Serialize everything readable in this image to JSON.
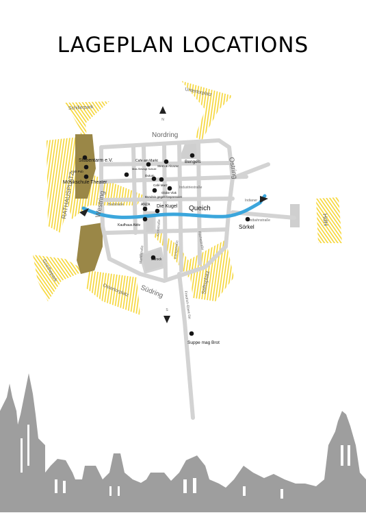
{
  "title": "LAGEPLAN LOCATIONS",
  "colors": {
    "streets": "#d3d3d3",
    "river": "#3ba6dc",
    "scribble": "#f5d42e",
    "park": "#9a8747",
    "skyline": "#9e9e9e"
  },
  "compass": {
    "north": "N",
    "south": "S"
  },
  "streets": {
    "nordring": "Nordring",
    "ostring": "Ostring",
    "suedring": "Südring",
    "westring": "Westring",
    "badstrasse": "Badstraße",
    "industriestrasse": "Industriestraße",
    "ostbahnstrasse": "Ostbahnstraße",
    "marktstrasse": "Marktstraße",
    "friedrich_ebert_str": "Friedrich-Ebert-Str.",
    "koenigstrasse": "Königstraße",
    "fuchsstrasse": "Fuchsstraße",
    "kronstrasse": "Kronstraße",
    "queich": "Queich",
    "indianer": "Indianer"
  },
  "districts": {
    "schillerpark": "Schillerpark",
    "untertorplatz": "Untertorplatz",
    "rathausplatz": "RATHAUSPLATZ",
    "goetheplatz": "Goethepark",
    "ostertorplatz": "Ostertorplatz",
    "stiftsplatz": "Stiftsplatz",
    "hdh": "HdH"
  },
  "locations": [
    {
      "name": "Stubentarm e.V."
    },
    {
      "name": "Irish Pub"
    },
    {
      "name": "Musikschule Theater"
    },
    {
      "name": "Cafe am Markt"
    },
    {
      "name": "Stern & Alcazar"
    },
    {
      "name": "Bengels"
    },
    {
      "name": "Max-Slevogt Schule"
    },
    {
      "name": "ibutum"
    },
    {
      "name": "Café Marz"
    },
    {
      "name": "Globe Vlak"
    },
    {
      "name": "Bündnis gegen Depression"
    },
    {
      "name": "ANZA"
    },
    {
      "name": "Die Kugel"
    },
    {
      "name": "Kaufhaus Aktiv"
    },
    {
      "name": "Sörkel"
    },
    {
      "name": "Barock"
    },
    {
      "name": "Suppe mag Brot"
    }
  ]
}
